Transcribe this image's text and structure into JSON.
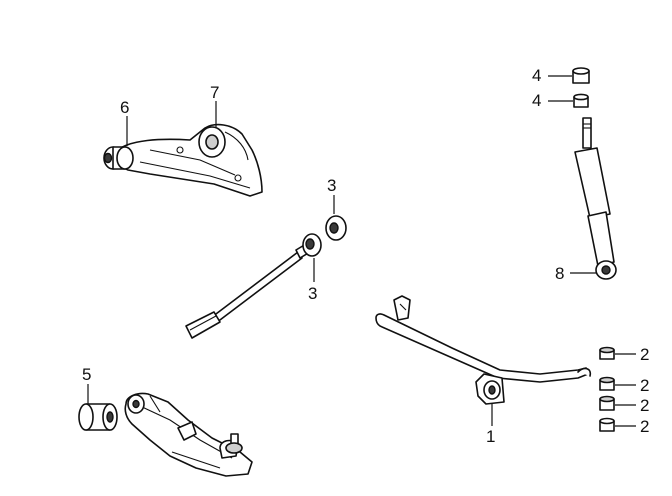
{
  "callouts": {
    "upper_arm_bushing": "6",
    "upper_arm": "7",
    "tie_rod_bushing_top": "3",
    "tie_rod_bushing_bottom": "3",
    "shock_bushing_top": "4",
    "shock_bushing_bottom": "4",
    "shock_absorber": "8",
    "lower_arm_bushing": "5",
    "stabilizer_bushing_1": "2",
    "stabilizer_bushing_2": "2",
    "stabilizer_bushing_3": "2",
    "stabilizer_bushing_4": "2",
    "stabilizer_bar_bushing": "1"
  }
}
